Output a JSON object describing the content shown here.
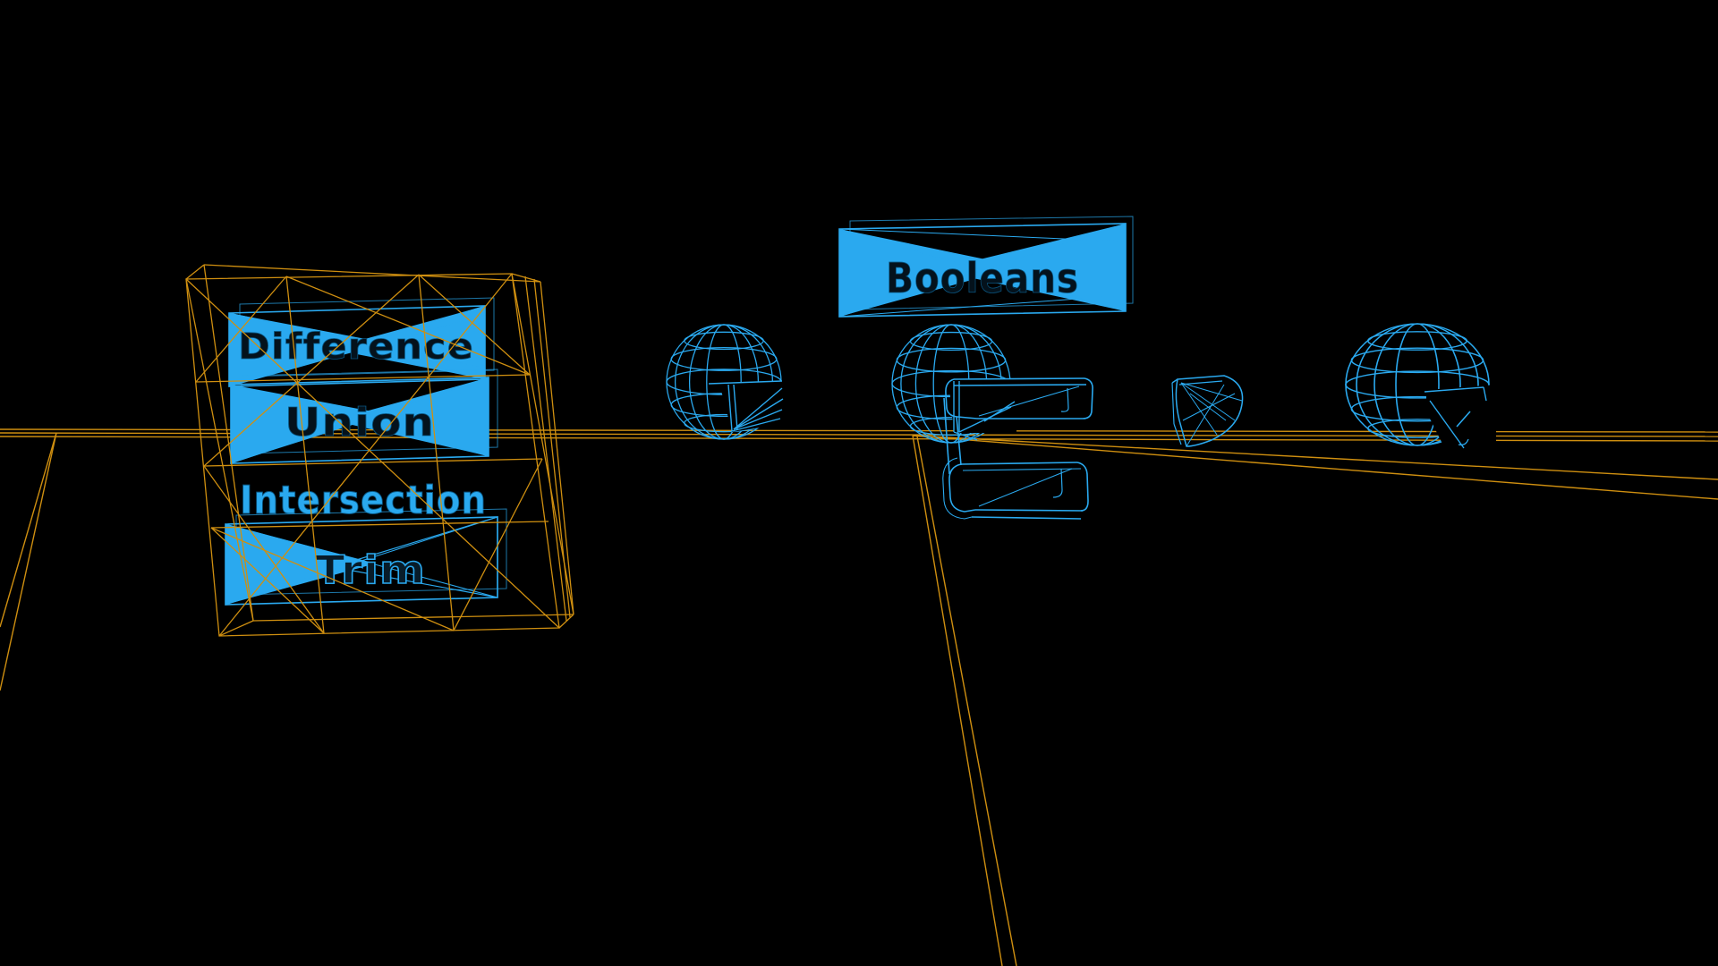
{
  "scene": {
    "colors": {
      "background": "#000000",
      "wireframe_blue": "#2aa9ef",
      "wireframe_orange": "#cf8f10"
    },
    "boolean_menu": {
      "header_label": "Booleans",
      "items": [
        {
          "label": "Difference"
        },
        {
          "label": "Union"
        },
        {
          "label": "Intersection"
        },
        {
          "label": "Trim"
        }
      ]
    },
    "objects": [
      {
        "name": "sphere-with-box-cutout"
      },
      {
        "name": "sphere-with-large-box-cutout"
      },
      {
        "name": "bracket-solid"
      },
      {
        "name": "comma-solid"
      },
      {
        "name": "sphere-with-wedge-cutout"
      }
    ]
  }
}
